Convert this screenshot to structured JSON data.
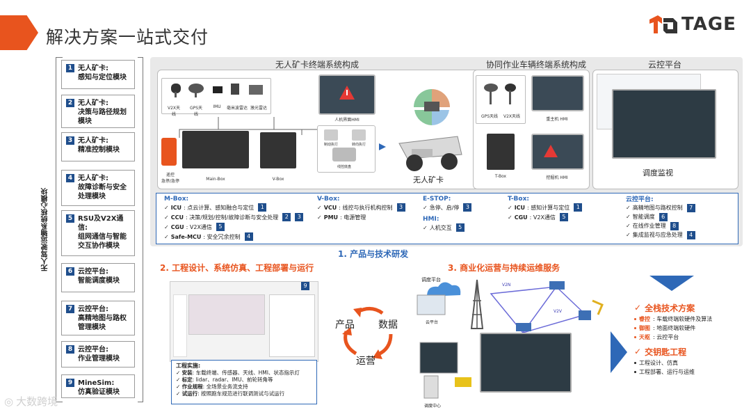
{
  "header": {
    "title": "解决方案一站式交付",
    "logo_text": "TAGE",
    "accent_color": "#e8541e",
    "brand_blue": "#1f4e8c"
  },
  "left": {
    "vertical_label": "无人驾驶运输系统核心模块",
    "modules": [
      {
        "num": "1",
        "text": "无人矿卡:\n感知与定位模块"
      },
      {
        "num": "2",
        "text": "无人矿卡:\n决策与路径规划模块"
      },
      {
        "num": "3",
        "text": "无人矿卡:\n精准控制模块"
      },
      {
        "num": "4",
        "text": "无人矿卡:\n故障诊断与安全处理模块"
      },
      {
        "num": "5",
        "text": "RSU及V2X通信:\n组网通信与智能交互协作模块"
      },
      {
        "num": "6",
        "text": "云控平台:\n智能调度模块"
      },
      {
        "num": "7",
        "text": "云控平台:\n高精地图与路权管理模块"
      },
      {
        "num": "8",
        "text": "云控平台:\n作业管理模块"
      },
      {
        "num": "9",
        "text": "MineSim:\n仿真验证模块"
      }
    ]
  },
  "top": {
    "sec1_title": "无人矿卡终端系统构成",
    "sec2_title": "协同作业车辆终端系统构成",
    "sec3_title": "云控平台",
    "sec1_labels": {
      "v2x": "V2X天线",
      "gps": "GPS天线",
      "imu": "IMU",
      "mmradar": "毫米波雷达",
      "lidar": "激光雷达",
      "hmi": "人机界面HMI",
      "remote": "遥控\n急停/急停",
      "mainbox": "Main-Box",
      "vbox": "V-Box",
      "exec1": "制动执行",
      "exec2": "转向执行",
      "exec3": "线控底盘",
      "truck": "无人矿卡"
    },
    "sec2_labels": {
      "gps": "GPS天线",
      "v2x": "V2X天线",
      "hmi1": "重主机 HMI",
      "tbox": "T-Box",
      "hmi2": "挖掘机 HMI"
    },
    "sec3_caption": "调度监视"
  },
  "info": {
    "mbox": {
      "title": "M-Box:",
      "items": [
        {
          "key": "ICU",
          "desc": ": 点云计算、感知融合与定位",
          "badges": [
            "1"
          ]
        },
        {
          "key": "CCU",
          "desc": ": 决策/规划/控制/故障诊断与安全处理",
          "badges": [
            "2",
            "3"
          ]
        },
        {
          "key": "CGU",
          "desc": ": V2X通信",
          "badges": [
            "5"
          ]
        },
        {
          "key": "Safe-MCU",
          "desc": ": 安全冗余控制",
          "badges": [
            "4"
          ]
        }
      ]
    },
    "vbox": {
      "title": "V-Box:",
      "items": [
        {
          "key": "VCU",
          "desc": ": 线控与执行机构控制",
          "badges": [
            "3"
          ]
        },
        {
          "key": "PMU",
          "desc": ": 电源管理",
          "badges": []
        }
      ]
    },
    "estop": {
      "title": "E-STOP:",
      "items": [
        {
          "key": "",
          "desc": "急停、启/停",
          "badges": [
            "3"
          ]
        }
      ]
    },
    "hmi": {
      "title": "HMI:",
      "items": [
        {
          "key": "",
          "desc": "人机交互",
          "badges": [
            "5"
          ]
        }
      ]
    },
    "tbox": {
      "title": "T-Box:",
      "items": [
        {
          "key": "ICU",
          "desc": ": 感知计算与定位",
          "badges": [
            "1"
          ]
        },
        {
          "key": "CGU",
          "desc": ": V2X通信",
          "badges": [
            "5"
          ]
        }
      ]
    },
    "cloud": {
      "title": "云控平台:",
      "items": [
        {
          "key": "",
          "desc": "高精地图与路权控制",
          "badges": [
            "7"
          ]
        },
        {
          "key": "",
          "desc": "智能调度",
          "badges": [
            "6"
          ]
        },
        {
          "key": "",
          "desc": "在线作业管理",
          "badges": [
            "8"
          ]
        },
        {
          "key": "",
          "desc": "集成监视与应急处理",
          "badges": [
            "4"
          ]
        }
      ]
    }
  },
  "steps": {
    "s1": "1. 产品与技术研发",
    "s2": "2. 工程设计、系统仿真、工程部署与运行",
    "s3": "3. 商业化运营与持续运维服务",
    "s2_badge": "9"
  },
  "callout": {
    "title": "工程实施:",
    "lines": [
      {
        "k": "安装",
        "v": ": 车载终端、传感器、天线、HMI、状态指示灯"
      },
      {
        "k": "标定",
        "v": ": lidar、radar、IMU、前轮转角等"
      },
      {
        "k": "作业规程",
        "v": ": 全场景业务流支持"
      },
      {
        "k": "试运行",
        "v": ": 按照跑车规范进行联调测试与试运行"
      }
    ]
  },
  "cycle": {
    "product": "产品",
    "data": "数据",
    "ops": "运营"
  },
  "ops_diagram": {
    "dispatch": "调度平台",
    "cloud": "云平台",
    "center": "调度中心",
    "v2n": "V2N",
    "v2v": "V2V"
  },
  "right": {
    "head1": "全栈技术方案",
    "items1": [
      {
        "k": "睿控",
        "v": ": 车载终端软硬件及算法"
      },
      {
        "k": "御图",
        "v": ": 地面终端软硬件"
      },
      {
        "k": "天枢",
        "v": ": 云控平台"
      }
    ],
    "head2": "交钥匙工程",
    "items2": [
      "工程设计、仿真",
      "工程部署、运行与运维"
    ]
  },
  "watermark": "大数跨境"
}
